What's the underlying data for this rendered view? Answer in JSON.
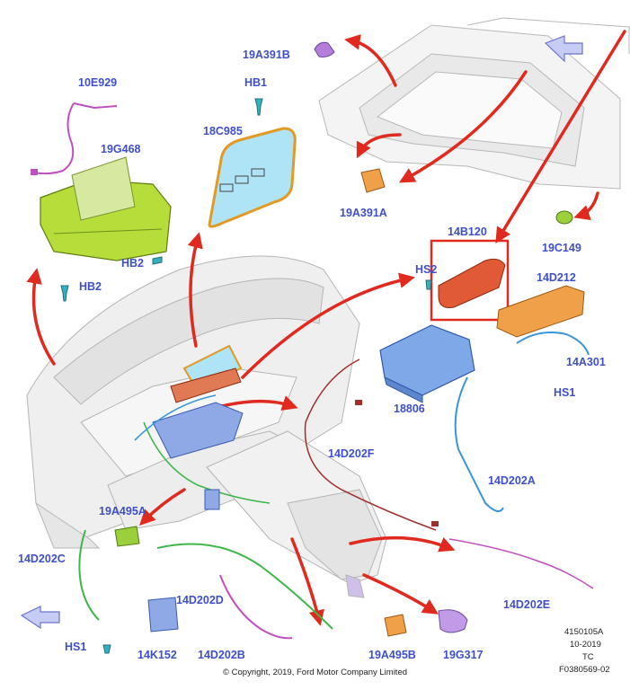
{
  "labels": {
    "l_19a391b": "19A391B",
    "l_10e929": "10E929",
    "l_hb1": "HB1",
    "l_19g468": "19G468",
    "l_18c985": "18C985",
    "l_19a391a": "19A391A",
    "l_hb2_a": "HB2",
    "l_hb2_b": "HB2",
    "l_14b120": "14B120",
    "l_19c149": "19C149",
    "l_hs2": "HS2",
    "l_14d212": "14D212",
    "l_14a301": "14A301",
    "l_hs1_a": "HS1",
    "l_18806": "18806",
    "l_14d202f": "14D202F",
    "l_14d202a": "14D202A",
    "l_19a495a": "19A495A",
    "l_14d202c": "14D202C",
    "l_14d202d": "14D202D",
    "l_14d202e": "14D202E",
    "l_hs1_b": "HS1",
    "l_14k152": "14K152",
    "l_14d202b": "14D202B",
    "l_19a495b": "19A495B",
    "l_19g317": "19G317"
  },
  "footer": {
    "copyright": "© Copyright, 2019, Ford Motor Company Limited",
    "code1": "4150105A",
    "code2": "10-2019",
    "code3": "TC",
    "code4": "F0380569-02"
  },
  "colors": {
    "label": "#3f4fc8",
    "arrow": "#e02a1f",
    "airbag_green": "#b6dd3a",
    "module_blue": "#7fa8e8",
    "module_red": "#e05a35",
    "module_orange": "#f0a048",
    "wire_blue": "#3a96d8",
    "wire_green": "#3fb64a",
    "wire_magenta": "#c04fc0",
    "wire_darkred": "#a03030"
  },
  "icons": {
    "nav_arrow_top": "direction-arrow-icon",
    "nav_arrow_bottom": "direction-arrow-icon"
  }
}
